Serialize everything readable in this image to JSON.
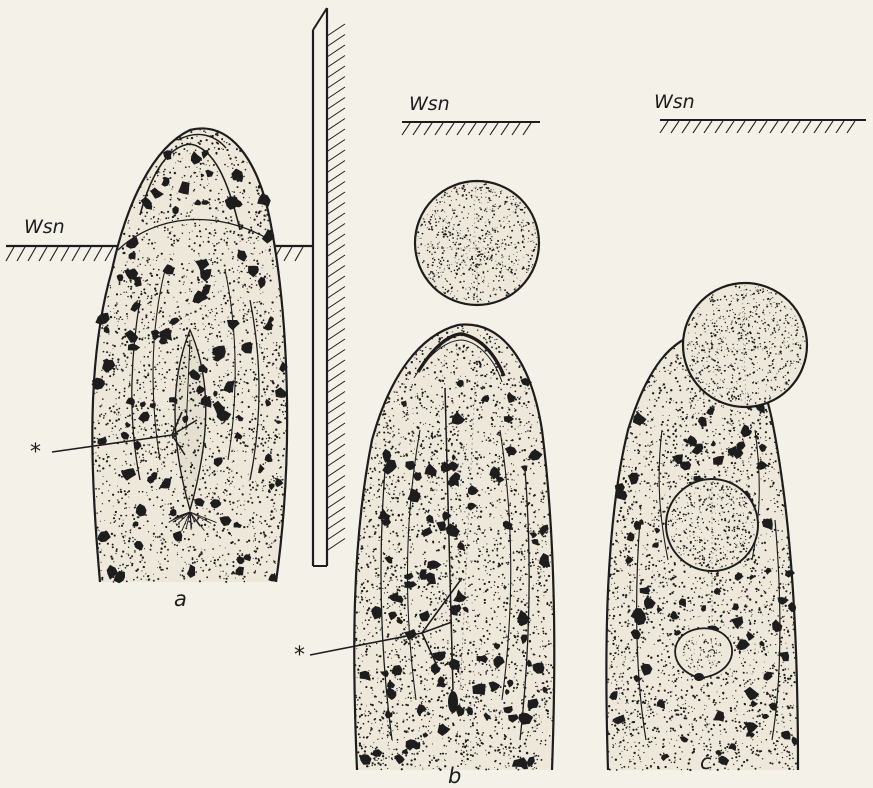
{
  "labels": {
    "surface_label": "Wsn",
    "marker": "*",
    "panel_a": "a",
    "panel_b": "b",
    "panel_c": "c"
  },
  "colors": {
    "paper": "#f4f1e9",
    "ink": "#1d1d1d"
  }
}
